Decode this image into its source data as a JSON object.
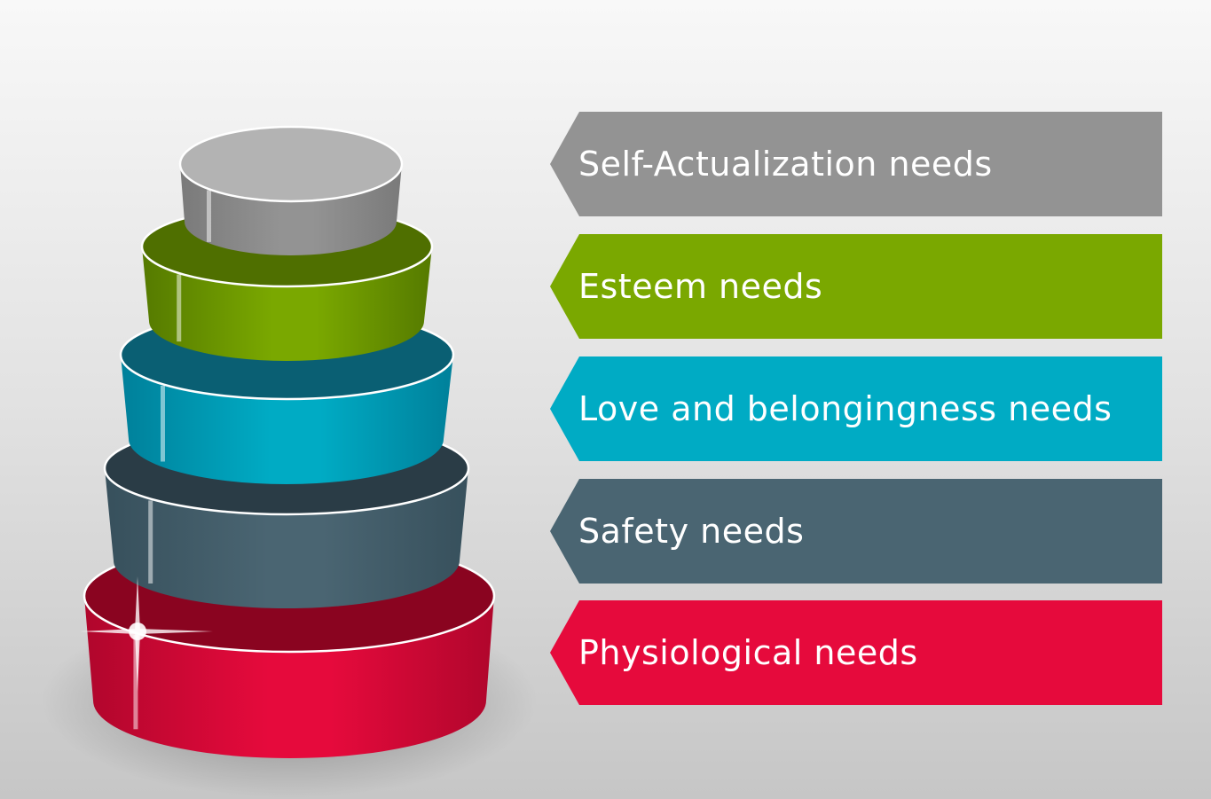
{
  "levels": [
    {
      "label": "Self-Actualization needs",
      "color": "#939393",
      "dark": "#7a7a7a",
      "top": "#b3b3b3"
    },
    {
      "label": "Esteem needs",
      "color": "#7aa800",
      "dark": "#557a00",
      "top": "#4f6f00"
    },
    {
      "label": "Love and belongingness needs",
      "color": "#00abc4",
      "dark": "#00809a",
      "top": "#0a5f73"
    },
    {
      "label": "Safety needs",
      "color": "#4a6572",
      "dark": "#37505c",
      "top": "#2a3c46"
    },
    {
      "label": "Physiological needs",
      "color": "#e60a3c",
      "dark": "#b0062c",
      "top": "#8a0420"
    }
  ]
}
